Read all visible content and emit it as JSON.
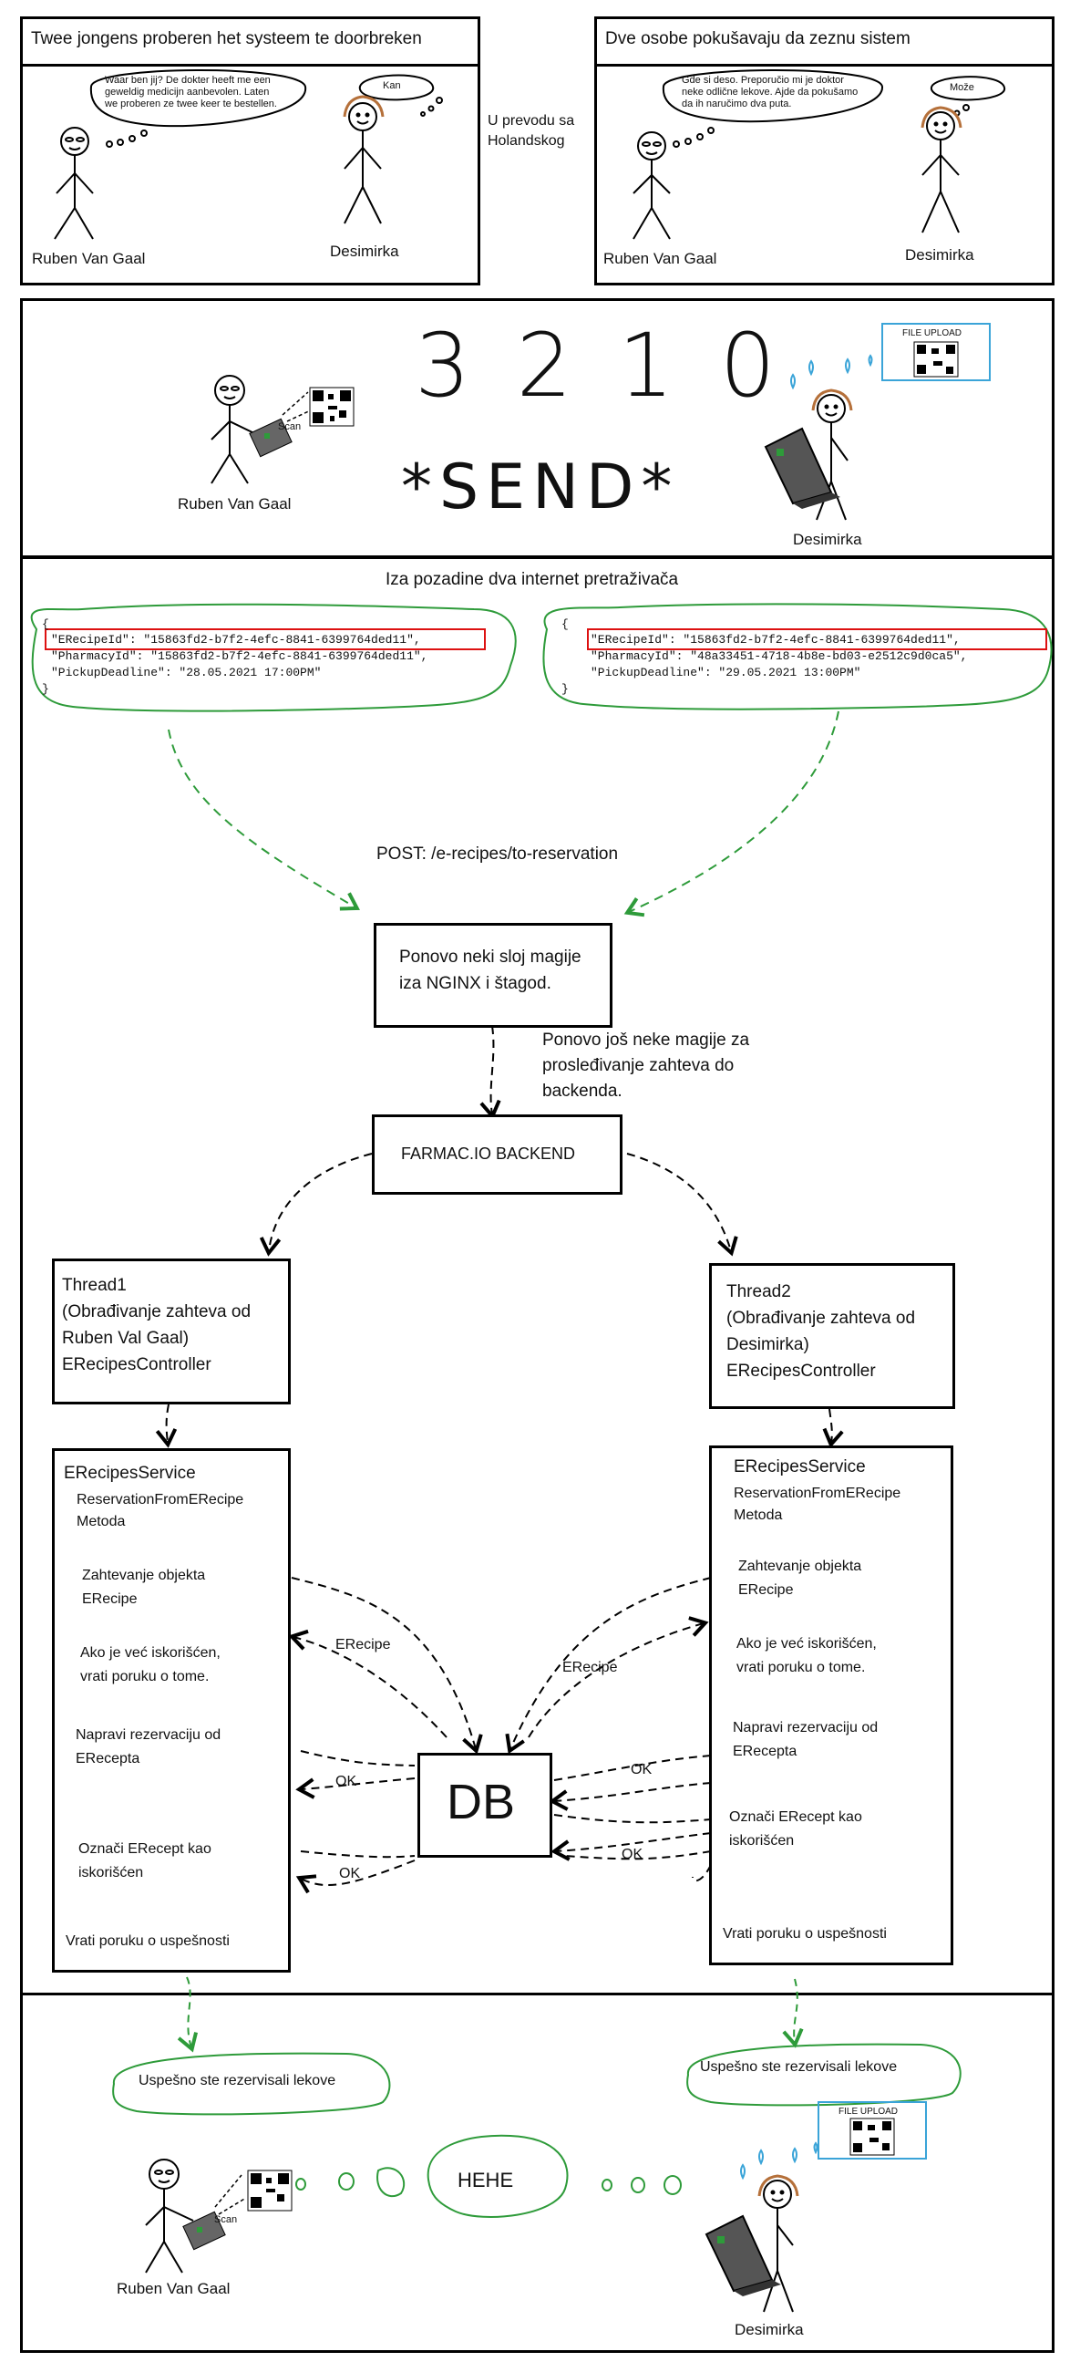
{
  "panel1_left": {
    "title": "Twee jongens proberen het systeem te doorbreken",
    "bubble": "Waar ben jij? De dokter heeft me een\ngeweldig medicijn aanbevolen. Laten\nwe proberen ze twee keer te bestellen.",
    "reply": "Kan",
    "char1": "Ruben Van Gaal",
    "char2": "Desimirka"
  },
  "translation_note": "U prevodu sa\nHolandskog",
  "panel1_right": {
    "title": "Dve osobe pokušavaju da zeznu sistem",
    "bubble": "Gde si deso. Preporučio mi je doktor\nneke odlične lekove. Ajde da pokušamo\nda ih naručimo dva puta.",
    "reply": "Može",
    "char1": "Ruben Van Gaal",
    "char2": "Desimirka"
  },
  "panel2": {
    "countdown": "3 2 1 0",
    "send": "*SEND*",
    "scan": "Scan",
    "file_upload": "FILE UPLOAD",
    "char1": "Ruben Van Gaal",
    "char2": "Desimirka"
  },
  "panel3": {
    "title": "Iza pozadine dva internet pretraživača",
    "json_left": {
      "open": "{",
      "line1": "\"ERecipeId\": \"15863fd2-b7f2-4efc-8841-6399764ded11\",",
      "line2": "\"PharmacyId\": \"15863fd2-b7f2-4efc-8841-6399764ded11\",",
      "line3": "\"PickupDeadline\": \"28.05.2021 17:00PM\"",
      "close": "}"
    },
    "json_right": {
      "open": "{",
      "line1": "\"ERecipeId\": \"15863fd2-b7f2-4efc-8841-6399764ded11\",",
      "line2": "\"PharmacyId\": \"48a33451-4718-4b8e-bd03-e2512c9d0ca5\",",
      "line3": "\"PickupDeadline\": \"29.05.2021 13:00PM\"",
      "close": "}"
    },
    "post_label": "POST: /e-recipes/to-reservation",
    "nginx_box": "Ponovo neki sloj magije\niza NGINX i štagod.",
    "forward_note": "Ponovo još neke magije za\nprosleđivanje zahteva do\nbackenda.",
    "backend_box": "FARMAC.IO BACKEND",
    "thread1": "Thread1\n(Obrađivanje zahteva od\nRuben Val Gaal)\nERecipesController",
    "thread2": "Thread2\n(Obrađivanje zahteva od\nDesimirka)\nERecipesController",
    "service_title": "ERecipesService",
    "service_sub": "ReservationFromERecipe\nMetoda",
    "step1": "Zahtevanje objekta\nERecipe",
    "step2": "Ako je već iskorišćen,\nvrati poruku o tome.",
    "step3": "Napravi rezervaciju od\nERecepta",
    "step4_left": "Označi ERecept kao\niskorišćen",
    "step4_right": "Označi ERecept kao\niskorišćen",
    "step5": "Vrati poruku o uspešnosti",
    "db": "DB",
    "erecipe_label": "ERecipe",
    "ok_label": "OK"
  },
  "panel4": {
    "success_left": "Uspešno ste rezervisali lekove",
    "success_right": "Uspešno ste rezervisali lekove",
    "hehe": "HEHE",
    "scan": "Scan",
    "file_upload": "FILE UPLOAD",
    "char1": "Ruben Van Gaal",
    "char2": "Desimirka"
  },
  "colors": {
    "green": "#2e9b3a",
    "red": "#d11",
    "blue": "#3aa4d8",
    "hair": "#b5703a"
  }
}
